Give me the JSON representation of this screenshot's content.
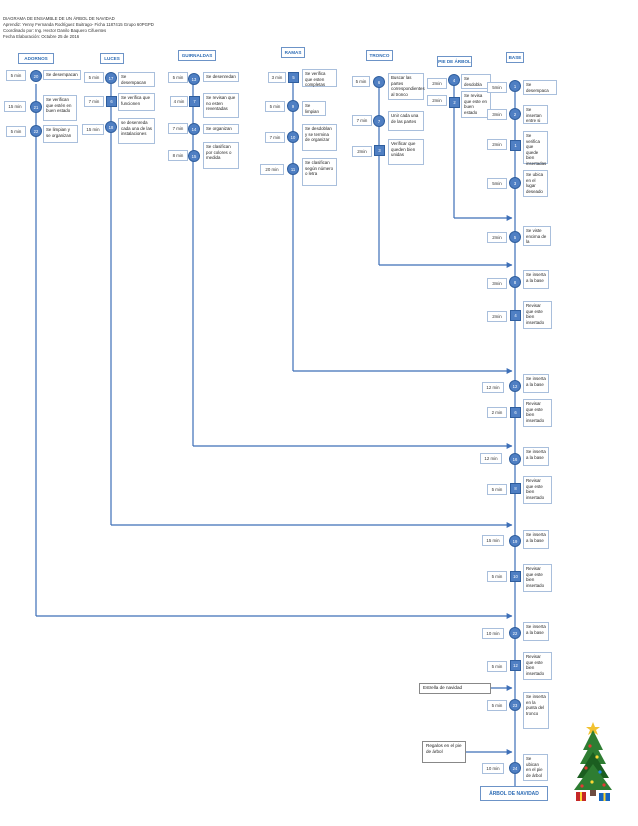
{
  "header": {
    "line1": "DIAGRAMA DE ENSAMBLE DE UN ÁRBOL DE NAVIDAD",
    "line2": "Aprendiz: Yenny Fernanda Rodríguez Buitrago- Ficha 1187415 Grupo 60PGPD",
    "line3": "Coordinado por: Ing. Hector Danilo Baquero Cifuentes",
    "line4": "Fecha Elaboración: Octubre 25 de 2016"
  },
  "columns": {
    "adornos": "ADORNOS",
    "luces": "LUCES",
    "guirnaldas": "GUIRNALDAS",
    "ramas": "RAMAS",
    "tronco": "TRONCO",
    "pie": "PIE DE ÁRBOL",
    "base": "BASE"
  },
  "adornos": [
    {
      "time": "5 min",
      "node": "20",
      "text": "Se desempacan"
    },
    {
      "time": "15 min",
      "node": "21",
      "text": "Se verifican que estén en buen estado"
    },
    {
      "time": "5 min",
      "node": "22",
      "text": "Se limpian y se organizan"
    }
  ],
  "luces": [
    {
      "time": "5 min",
      "node": "17",
      "text": "Se desempacan"
    },
    {
      "time": "7 min",
      "node": "6",
      "text": "Se verifica que funcionen"
    },
    {
      "time": "15 min",
      "node": "18",
      "text": "se desenreda cada una de las instalaciones"
    }
  ],
  "guirnaldas": [
    {
      "time": "5 min",
      "node": "13",
      "text": "Se desenredan"
    },
    {
      "time": "4 min",
      "node": "7",
      "text": "Se revisan que no esten reventadas"
    },
    {
      "time": "7 min",
      "node": "14",
      "text": "Se organizan"
    },
    {
      "time": "8 min",
      "node": "15",
      "text": "Se clasifican por colores o medida"
    }
  ],
  "ramas": [
    {
      "time": "3 min",
      "node": "5",
      "text": "Se verifica que esten completas"
    },
    {
      "time": "5 min",
      "node": "9",
      "text": "Se limpian"
    },
    {
      "time": "7 min",
      "node": "10",
      "text": "Se desdoblan y se termina de organizar"
    },
    {
      "time": "20 min",
      "node": "11",
      "text": "Se clasifican según número o letra"
    }
  ],
  "tronco": [
    {
      "time": "5 min",
      "node": "6",
      "text": "Buscar las partes correspondientes al tronco"
    },
    {
      "time": "7 min",
      "node": "7",
      "text": "Unir cada una de las partes"
    },
    {
      "time": "2min",
      "node": "3",
      "text": "Verificar que queden bien unidas"
    }
  ],
  "pie": [
    {
      "time": "2min",
      "node": "4",
      "text": "Se desdobla"
    },
    {
      "time": "2min",
      "node": "2",
      "text": "Se revisa que este en buen estado"
    }
  ],
  "base": [
    {
      "time": "5min",
      "node": "1",
      "text": "Se desempaca"
    },
    {
      "time": "3min",
      "node": "2",
      "text": "Se insertan entre si"
    },
    {
      "time": "2min",
      "node": "1",
      "text": "Se verifica que quede bien insertadas"
    },
    {
      "time": "5min",
      "node": "3",
      "text": "Se ubica en el lugar deseado"
    },
    {
      "time": "2min",
      "node": "5",
      "text": "Se viste encima de la"
    },
    {
      "time": "3min",
      "node": "8",
      "text": "Se inserta a la base"
    },
    {
      "time": "2min",
      "node": "4",
      "text": "Revisar que este bien insertado"
    },
    {
      "time": "12 min",
      "node": "12",
      "text": "Se inserta a la base"
    },
    {
      "time": "2 min",
      "node": "6",
      "text": "Revisar que este bien insertado"
    },
    {
      "time": "12 min",
      "node": "16",
      "text": "Se inserta a la base"
    },
    {
      "time": "5 min",
      "node": "8",
      "text": "Revisar que este bien insertado"
    },
    {
      "time": "15 min",
      "node": "19",
      "text": "Se inserta a la base"
    },
    {
      "time": "5 min",
      "node": "10",
      "text": "Revisar que este bien insertado"
    },
    {
      "time": "10 min",
      "node": "22",
      "text": "Se inserta a la base"
    },
    {
      "time": "5 min",
      "node": "12",
      "text": "Revisar que este bien insertado"
    },
    {
      "time": "5 min",
      "node": "23",
      "text": "Se inserta en la punta del tronco"
    },
    {
      "time": "10 min",
      "node": "24",
      "text": "Se ubican en el pie de árbol"
    }
  ],
  "notes": {
    "estrella": "Estrella de navidad",
    "regalos": "Regalos en el pie de árbol"
  },
  "final_label": "ÁRBOL DE NAVIDAD",
  "colors": {
    "accent": "#4f7fc3",
    "line": "#3d6fb8",
    "title_text": "#2f6db5"
  },
  "icons": {
    "illustration": "christmas-tree-icon"
  }
}
